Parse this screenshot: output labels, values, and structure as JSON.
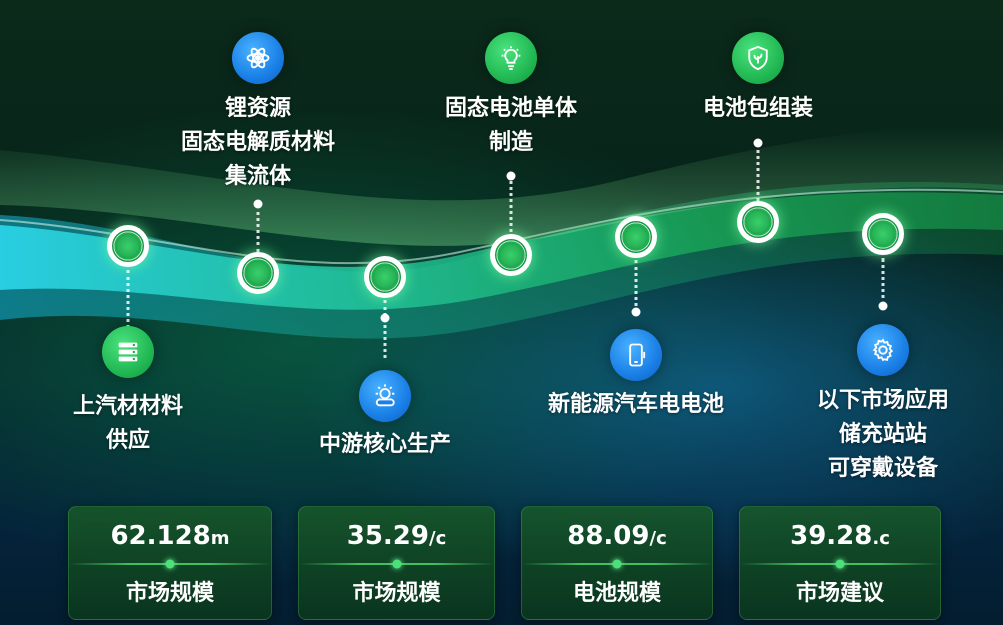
{
  "stages": [
    {
      "label": [
        "上汽材材料",
        "供应"
      ],
      "icon": "server-rack-icon"
    },
    {
      "label": [
        "锂资源",
        "固态电解质材料",
        "集流体"
      ],
      "icon": "atom-icon"
    },
    {
      "label": [
        "中游核心生产"
      ],
      "icon": "sun-cloud-icon"
    },
    {
      "label": [
        "固态电池单体",
        "制造"
      ],
      "icon": "lightbulb-icon"
    },
    {
      "label": [
        "新能源汽车电电池"
      ],
      "icon": "phone-battery-icon"
    },
    {
      "label": [
        "电池包组装"
      ],
      "icon": "shield-leaf-icon"
    },
    {
      "label": [
        "以下市场应用",
        "储充站站",
        "可穿戴设备"
      ],
      "icon": "gear-icon"
    }
  ],
  "stats": [
    {
      "value": "62.128",
      "unit": "m",
      "caption": "市场规模"
    },
    {
      "value": "35.29",
      "unit": "/c",
      "caption": "市场规模"
    },
    {
      "value": "88.09",
      "unit": "/c",
      "caption": "电池规模"
    },
    {
      "value": "39.28",
      "unit": ".c",
      "caption": "市场建议"
    }
  ],
  "colors": {
    "accent_green": "#22c05a",
    "accent_blue": "#1a7fe6",
    "ribbon_cyan": "#35d7e0"
  }
}
